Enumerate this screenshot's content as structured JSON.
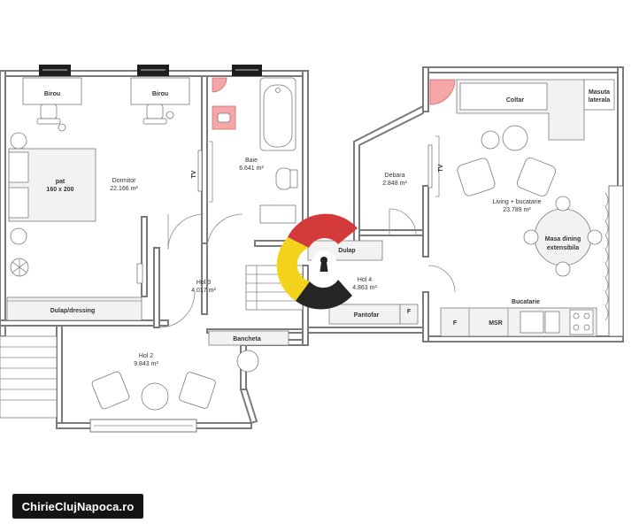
{
  "rooms": {
    "dormitor": {
      "name": "Dormitor",
      "area": "22.166 m²"
    },
    "baie": {
      "name": "Baie",
      "area": "6.641 m²"
    },
    "debara": {
      "name": "Debara",
      "area": "2.848 m²"
    },
    "living": {
      "name": "Living + bucatarie",
      "area": "23.789 m²"
    },
    "hol3": {
      "name": "Hol 3",
      "area": "4.017 m²"
    },
    "hol4": {
      "name": "Hol 4",
      "area": "4.863 m²"
    },
    "hol2": {
      "name": "Hol 2",
      "area": "9.843 m²"
    }
  },
  "furniture": {
    "birou_left": "Birou",
    "birou_right": "Birou",
    "pat_line1": "pat",
    "pat_line2": "160 x 200",
    "dulap_dressing": "Dulap/dressing",
    "tv_left": "TV",
    "tv_right": "TV",
    "coltar": "Coltar",
    "masuta_line1": "Masuta",
    "masuta_line2": "laterala",
    "masa_line1": "Masa dining",
    "masa_line2": "extensibila",
    "bucatarie": "Bucatarie",
    "fridge": "F",
    "msr": "MSR",
    "dulap": "Dulap",
    "pantofar": "Pantofar",
    "pantofar_f": "F",
    "bancheta": "Bancheta"
  },
  "watermark": "ChirieClujNapoca.ro",
  "colors": {
    "logo_red": "#d53a3a",
    "logo_yellow": "#f2d21b",
    "logo_black": "#262626",
    "door_pink": "#f5a6a6"
  }
}
